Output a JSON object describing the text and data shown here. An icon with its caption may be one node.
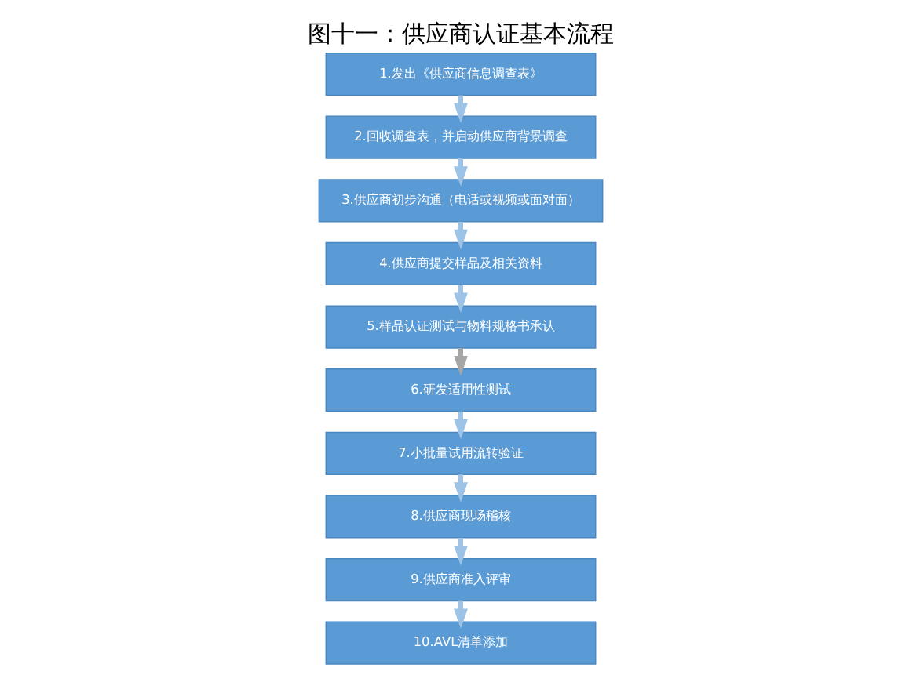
{
  "diagram": {
    "title": "图十一：供应商认证基本流程",
    "nodes": [
      {
        "text": [
          "1.发出《供应商信息调查表》"
        ]
      },
      {
        "text": [
          "2.回收调查表，并启动供应商背景调查"
        ]
      },
      {
        "text": [
          "3.供应商初步沟通（电话或视频或面对面）"
        ]
      },
      {
        "text": [
          "4.供应商提交样品及相关资料"
        ]
      },
      {
        "text": [
          "5.样品认证测试与物料规格书承认"
        ]
      },
      {
        "text": [
          "6.研发适用性测试"
        ]
      },
      {
        "text": [
          "7.小批量试用流转验证"
        ]
      },
      {
        "text": [
          "8.供应商现场稽核"
        ]
      },
      {
        "text": [
          "9.供应商准入评审"
        ]
      },
      {
        "text": [
          "10.AVL清单添加"
        ]
      }
    ],
    "edges": [
      {
        "from": 0,
        "to": 1,
        "arrow": "to"
      },
      {
        "from": 1,
        "to": 2,
        "arrow": "to"
      },
      {
        "from": 2,
        "to": 3,
        "arrow": "to"
      },
      {
        "from": 3,
        "to": 4,
        "arrow": "to"
      },
      {
        "from": 4,
        "to": 5,
        "arrow": "to",
        "color": "#a6a6a6"
      },
      {
        "from": 5,
        "to": 6,
        "arrow": "to"
      },
      {
        "from": 6,
        "to": 7,
        "arrow": "to"
      },
      {
        "from": 7,
        "to": 8,
        "arrow": "to"
      },
      {
        "from": 8,
        "to": 9,
        "arrow": "to"
      }
    ]
  }
}
